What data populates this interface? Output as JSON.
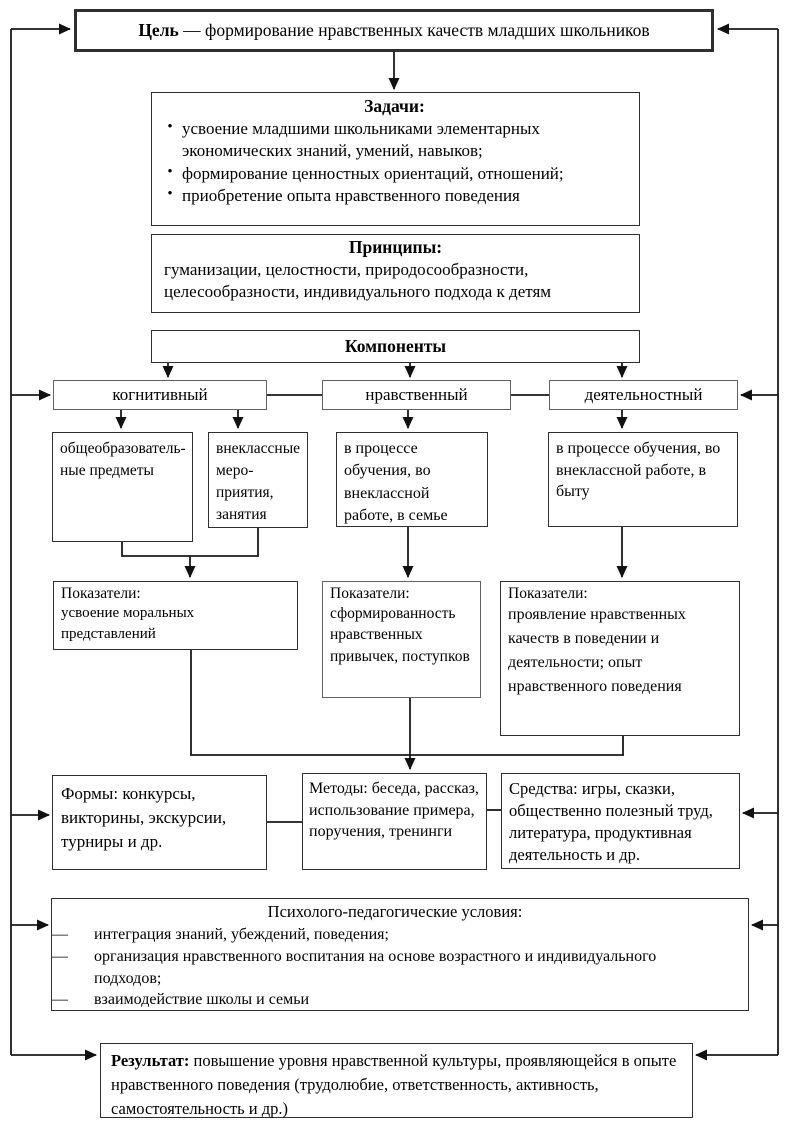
{
  "colors": {
    "line": "#1a1a1a",
    "border": "#2f2f2f",
    "background": "#ffffff",
    "text": "#000000"
  },
  "goal": {
    "keyword": "Цель",
    "text": " — формирование нравственных качеств младших школьников"
  },
  "tasks": {
    "title": "Задачи:",
    "bullet": "•",
    "items": [
      "усвоение младшими школьниками элементарных экономических знаний, умений, навыков;",
      "формирование ценностных ориентаций, отношений;",
      "приобретение опыта нравственного поведения"
    ]
  },
  "principles": {
    "title": "Принципы:",
    "body": "гуманизации, целостности, природосообразности, целесообразности, индивидуального подхода к детям"
  },
  "components": {
    "title": "Компоненты",
    "cognitive": "когнитивный",
    "moral": "нравственный",
    "activity": "деятельностный"
  },
  "contexts": {
    "cognitive_subjects": "общеобразователь-\nные предметы",
    "cognitive_extracurricular": "внеклассные\nмеро-\nприятия,\nзанятия",
    "moral": "в процессе обучения, во внеклассной работе, в семье",
    "activity": "в процессе обучения, во внеклассной работе, в быту"
  },
  "indicators": {
    "title": "Показатели:",
    "cognitive": "усвоение моральных представлений",
    "moral": "сформированность нравственных привычек, поступков",
    "activity": "проявление нравственных качеств в поведении и деятельности; опыт нравственного поведения"
  },
  "means": {
    "forms": "Формы: конкурсы, викторины, экскурсии, турниры и др.",
    "methods": "Методы: беседа, рассказ, использование примера, поручения, тренинги",
    "resources": "Средства: игры, сказки, общественно полезный труд, литература, продуктивная деятельность и др."
  },
  "conditions": {
    "title": "Психолого-педагогические условия:",
    "dash": "—",
    "items": [
      "интеграция знаний, убеждений, поведения;",
      "организация нравственного воспитания на основе возрастного и индивидуального подходов;",
      "взаимодействие школы и семьи"
    ]
  },
  "result": {
    "keyword": "Результат:",
    "text": " повышение уровня нравственной культуры, проявляющейся в опыте нравственного поведения (трудолюбие, ответственность, активность, самостоятельность и др.)"
  }
}
